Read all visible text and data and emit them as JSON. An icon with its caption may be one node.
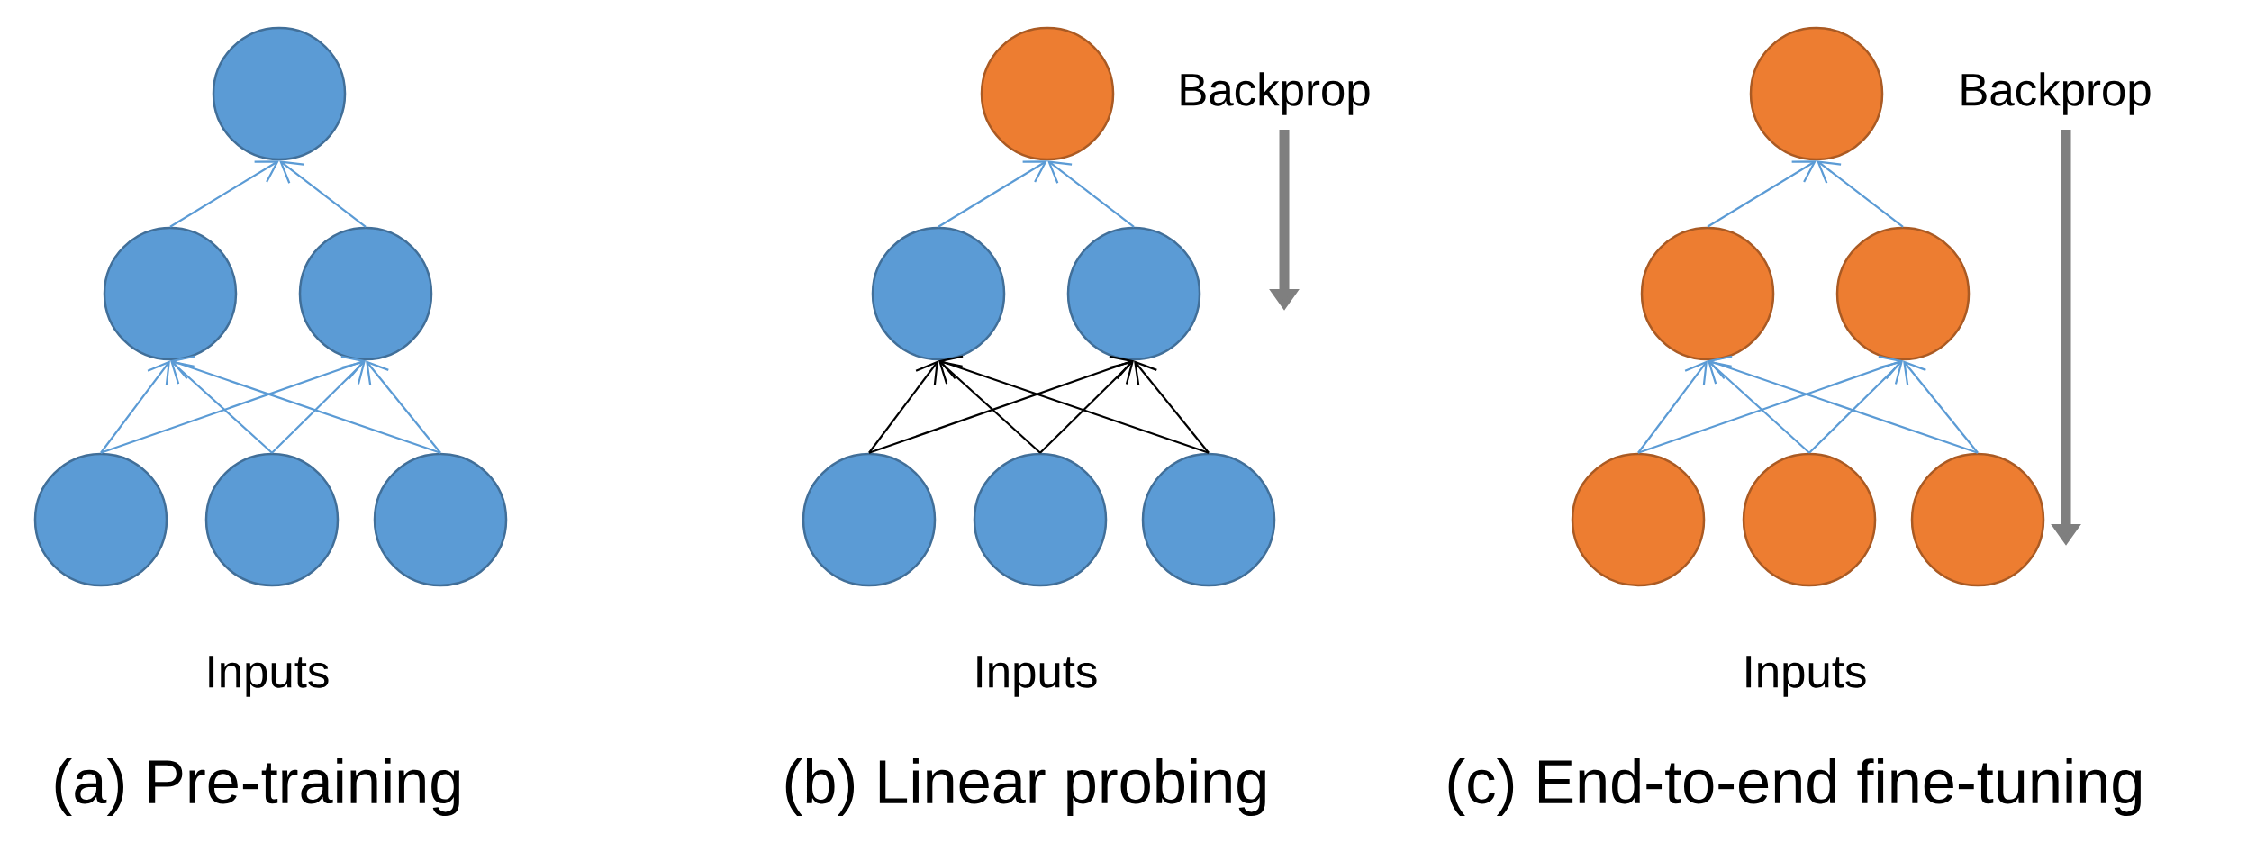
{
  "diagram": {
    "nodes": [
      {
        "text": [],
        "shape": "circle"
      },
      {
        "text": [],
        "shape": "circle"
      },
      {
        "text": [],
        "shape": "circle"
      },
      {
        "text": [],
        "shape": "circle"
      },
      {
        "text": [],
        "shape": "circle"
      },
      {
        "text": [],
        "shape": "circle"
      },
      {
        "text": [],
        "shape": "circle"
      },
      {
        "text": [],
        "shape": "circle"
      },
      {
        "text": [],
        "shape": "circle"
      },
      {
        "text": [],
        "shape": "circle"
      },
      {
        "text": [],
        "shape": "circle"
      },
      {
        "text": [],
        "shape": "circle"
      },
      {
        "text": [],
        "shape": "circle"
      },
      {
        "text": [],
        "shape": "circle"
      },
      {
        "text": [],
        "shape": "circle"
      },
      {
        "text": [],
        "shape": "circle"
      },
      {
        "text": [],
        "shape": "circle"
      },
      {
        "text": [],
        "shape": "circle"
      }
    ],
    "edges": [
      {
        "from": 1,
        "to": 0,
        "arrow": "to"
      },
      {
        "from": 2,
        "to": 0,
        "arrow": "to"
      },
      {
        "from": 3,
        "to": 1,
        "arrow": "to"
      },
      {
        "from": 3,
        "to": 2,
        "arrow": "to"
      },
      {
        "from": 4,
        "to": 1,
        "arrow": "to"
      },
      {
        "from": 4,
        "to": 2,
        "arrow": "to"
      },
      {
        "from": 5,
        "to": 1,
        "arrow": "to"
      },
      {
        "from": 5,
        "to": 2,
        "arrow": "to"
      },
      {
        "from": 7,
        "to": 6,
        "arrow": "to"
      },
      {
        "from": 8,
        "to": 6,
        "arrow": "to"
      },
      {
        "from": 9,
        "to": 7,
        "arrow": "to",
        "color": "#000000"
      },
      {
        "from": 9,
        "to": 8,
        "arrow": "to",
        "color": "#000000"
      },
      {
        "from": 10,
        "to": 7,
        "arrow": "to",
        "color": "#000000"
      },
      {
        "from": 10,
        "to": 8,
        "arrow": "to",
        "color": "#000000"
      },
      {
        "from": 11,
        "to": 7,
        "arrow": "to",
        "color": "#000000"
      },
      {
        "from": 11,
        "to": 8,
        "arrow": "to",
        "color": "#000000"
      },
      {
        "from": 13,
        "to": 12,
        "arrow": "to"
      },
      {
        "from": 14,
        "to": 12,
        "arrow": "to"
      },
      {
        "from": 15,
        "to": 13,
        "arrow": "to"
      },
      {
        "from": 15,
        "to": 14,
        "arrow": "to"
      },
      {
        "from": 16,
        "to": 13,
        "arrow": "to"
      },
      {
        "from": 16,
        "to": 14,
        "arrow": "to"
      },
      {
        "from": 17,
        "to": 13,
        "arrow": "to"
      },
      {
        "from": 17,
        "to": 14,
        "arrow": "to"
      }
    ],
    "labels": [
      "Backprop",
      "Backprop",
      "Inputs",
      "Inputs",
      "Inputs",
      "(a) Pre-training",
      "(b) Linear probing",
      "(c) End-to-end fine-tuning"
    ]
  }
}
